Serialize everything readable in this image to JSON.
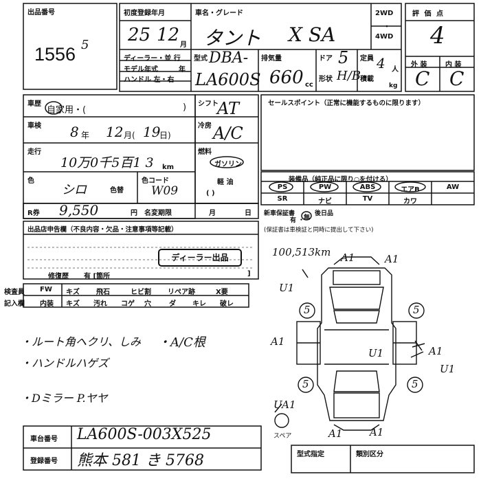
{
  "lot": {
    "label": "出品番号",
    "number": "1556",
    "mark": "5"
  },
  "first_reg": {
    "label": "初度登録年月",
    "year": "25",
    "month": "12",
    "month_unit": "月"
  },
  "car_name": {
    "label": "車名・グレード",
    "name": "タント",
    "grade": "X SA"
  },
  "drive": {
    "w2": "2WD",
    "dot": "・",
    "w4": "4WD"
  },
  "grade_box": {
    "label": "評 価 点",
    "score": "4",
    "ext_label": "外 装",
    "int_label": "内 装",
    "ext": "C",
    "int": "C"
  },
  "dealer": {
    "label": "ディーラー・並 行"
  },
  "model_year": {
    "label": "モデル年式",
    "unit": "年"
  },
  "handle": {
    "label": "ハンドル 左・右"
  },
  "model_code": {
    "label": "型式",
    "line1": "DBA-",
    "line2": "LA600S"
  },
  "displacement": {
    "label": "排気量",
    "value": "660",
    "unit": "cc"
  },
  "doors": {
    "label": "ドア",
    "value": "5"
  },
  "shape": {
    "label": "形状",
    "value": "H/B"
  },
  "capacity": {
    "label": "定員",
    "value": "4",
    "unit": "人"
  },
  "load": {
    "label": "積載",
    "unit": "kg"
  },
  "history": {
    "label": "車歴",
    "value": "自家用・(",
    "close": ")"
  },
  "inspection": {
    "label": "車検",
    "year": "8",
    "year_unit": "年",
    "month": "12",
    "month_unit": "月(",
    "day": "19",
    "day_unit": "日)"
  },
  "mileage": {
    "label": "走行",
    "value": "10万0千5百1 3",
    "unit": "km"
  },
  "color": {
    "label": "色",
    "value": "シロ",
    "change_label": "色替",
    "code_label": "色コード",
    "code": "W09"
  },
  "recycle": {
    "label": "R券",
    "value": "9,550",
    "unit": "円",
    "change_label": "名変期限",
    "month": "月",
    "day": "日"
  },
  "shift": {
    "label": "シフト",
    "value": "AT"
  },
  "ac": {
    "label": "冷房",
    "value": "A/C"
  },
  "fuel": {
    "label": "燃料",
    "value": "ガソリン",
    "diesel": "軽 油",
    "paren": "(          )"
  },
  "sales_point": {
    "label": "セールスポイント（正常に機能するものに限ります）"
  },
  "equipment": {
    "label": "装備品（純正品に限り○を付ける）",
    "row1": [
      "PS",
      "PW",
      "ABS",
      "エアB",
      "AW"
    ],
    "row2": [
      "SR",
      "ナビ",
      "TV",
      "カワ",
      ""
    ]
  },
  "warranty": {
    "label": "新車保証書",
    "has": "有",
    "dot": "・",
    "none": "無",
    "later": "後日品",
    "note": "(保証書は車検証と同時に提出して下さい)"
  },
  "declaration": {
    "label": "出品店申告欄（不良内容・欠品・注意事項等記載）",
    "stamp": "ディーラー出品"
  },
  "repair": {
    "label": "修復歴",
    "has": "有 [箇所",
    "close": "]"
  },
  "checker": {
    "label1": "検査員",
    "label2": "記入欄",
    "fw_row": [
      "FW",
      "キズ",
      "飛石",
      "ヒビ割",
      "リペア跡",
      "X要"
    ],
    "int_row": [
      "内装",
      "キズ",
      "汚れ",
      "コゲ",
      "穴",
      "ダ",
      "キレ",
      "破レ"
    ]
  },
  "notes": {
    "line1": "・ルート角ヘクリ、しみ",
    "line1b": "・A/C根",
    "line2": "・ハンドルハゲズ",
    "line3": "・Dミラー P.ヤヤ"
  },
  "diagram": {
    "mileage_note": "100,513km",
    "marks": [
      "A1",
      "A1",
      "A1",
      "U1",
      "A1",
      "U1",
      "A1",
      "U1",
      "UA1",
      "A1",
      "A1"
    ],
    "tire": "5",
    "spare": "スペア"
  },
  "chassis": {
    "label": "車台番号",
    "value": "LA600S-003X525"
  },
  "plate": {
    "label": "登録番号",
    "value": "熊本 581 き 5768"
  },
  "type_spec": {
    "label": "型式指定"
  },
  "category": {
    "label": "類別区分"
  }
}
